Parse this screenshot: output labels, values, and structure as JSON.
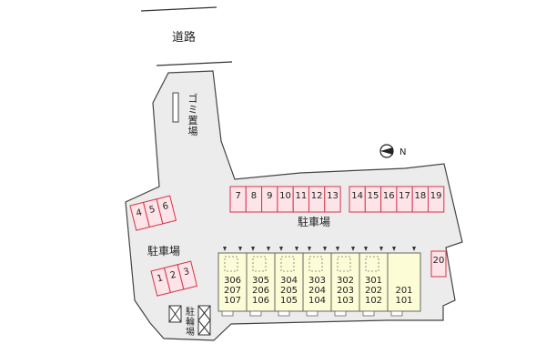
{
  "road": {
    "label": "道路"
  },
  "garbage": {
    "label": "ゴミ置場"
  },
  "compass": {
    "label": "N"
  },
  "parking_labels": {
    "main": "駐車場",
    "west": "駐車場"
  },
  "bicycle": {
    "label": "駐輪場"
  },
  "parking": {
    "top_row_a": [
      "7",
      "8",
      "9",
      "10",
      "11",
      "12",
      "13"
    ],
    "top_row_b": [
      "14",
      "15",
      "16",
      "17",
      "18",
      "19"
    ],
    "west_upper": [
      "4",
      "5",
      "6"
    ],
    "west_lower": [
      "1",
      "2",
      "3"
    ],
    "east": [
      "20"
    ]
  },
  "units": [
    {
      "top": "306",
      "mid": "207",
      "bot": "107"
    },
    {
      "top": "305",
      "mid": "206",
      "bot": "106"
    },
    {
      "top": "304",
      "mid": "205",
      "bot": "105"
    },
    {
      "top": "303",
      "mid": "204",
      "bot": "104"
    },
    {
      "top": "302",
      "mid": "203",
      "bot": "103"
    },
    {
      "top": "301",
      "mid": "202",
      "bot": "102"
    },
    {
      "top": "",
      "mid": "201",
      "bot": "101"
    }
  ],
  "colors": {
    "lot": "#ececec",
    "parking_stroke": "#d8334a",
    "parking_fill": "#fde4e8",
    "building": "#fcfcd6",
    "building_stroke": "#666666"
  }
}
